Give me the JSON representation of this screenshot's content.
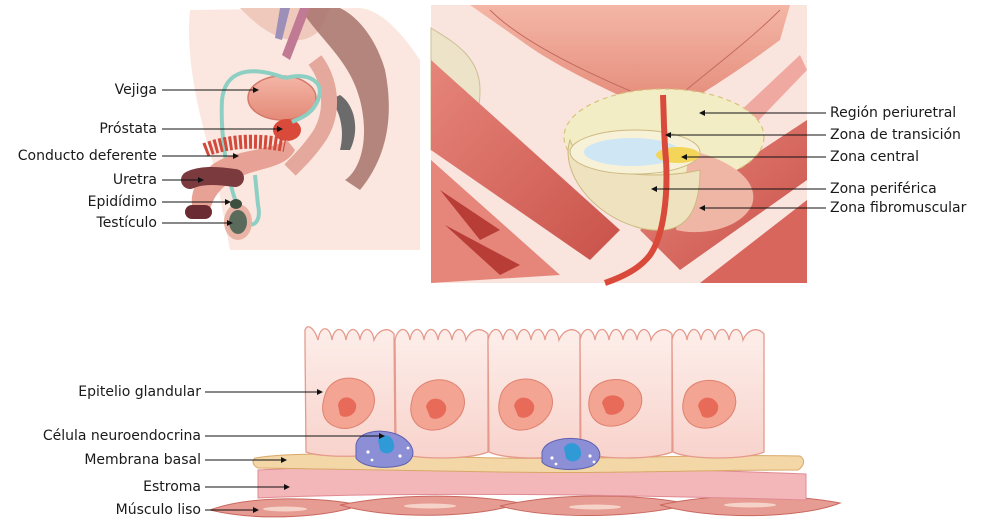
{
  "panel_anatomy": {
    "labels": [
      "Vejiga",
      "Próstata",
      "Conducto deferente",
      "Uretra",
      "Epidídimo",
      "Testículo"
    ]
  },
  "panel_zones": {
    "labels": [
      "Región periuretral",
      "Zona de transición",
      "Zona central",
      "Zona periférica",
      "Zona fibromuscular"
    ]
  },
  "panel_tissue": {
    "labels": [
      "Epitelio glandular",
      "Célula neuroendocrina",
      "Membrana basal",
      "Estroma",
      "Músculo liso"
    ]
  },
  "colors": {
    "skin": "#f6d8cc",
    "organ_pink": "#e98b7c",
    "deep_red": "#d9473a",
    "vas_teal": "#8ecfc4",
    "cream": "#f3e8c4",
    "muscle": "#e2756a",
    "cell_pink": "#fbe0dc",
    "neuro_blue": "#6f6fc4"
  }
}
